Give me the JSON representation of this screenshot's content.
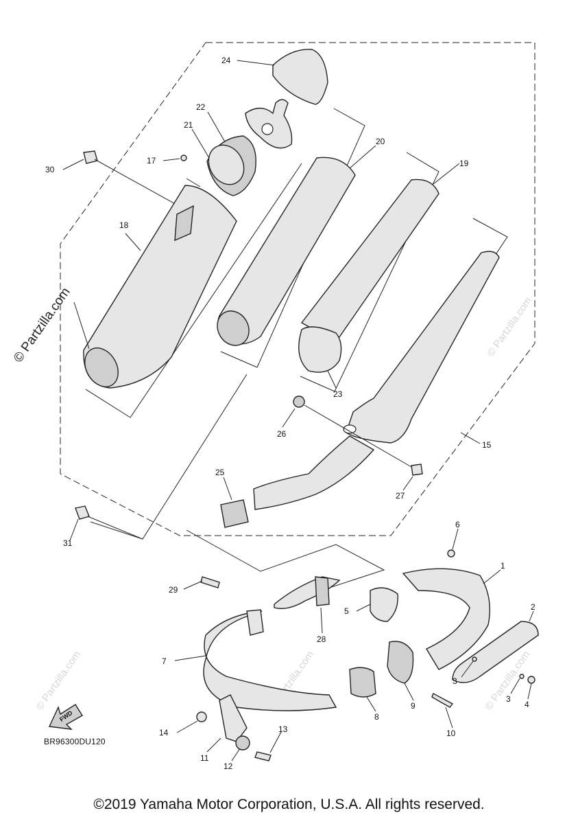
{
  "watermark": {
    "main": "© Partzilla.com",
    "repeat": "© Partzilla.com"
  },
  "figure": {
    "code": "BR96300DU120",
    "fwd": "FWD"
  },
  "callouts": {
    "p1": "1",
    "p2": "2",
    "p3a": "3",
    "p3b": "3",
    "p4": "4",
    "p5": "5",
    "p6": "6",
    "p7": "7",
    "p8": "8",
    "p9": "9",
    "p10": "10",
    "p11": "11",
    "p12": "12",
    "p13": "13",
    "p14": "14",
    "p15": "15",
    "p17": "17",
    "p18": "18",
    "p19": "19",
    "p20": "20",
    "p21": "21",
    "p22": "22",
    "p23": "23",
    "p24": "24",
    "p25": "25",
    "p26": "26",
    "p27": "27",
    "p28": "28",
    "p29": "29",
    "p30": "30",
    "p31": "31"
  },
  "footer": {
    "copyright": "©2019 Yamaha Motor Corporation, U.S.A. All rights reserved."
  }
}
